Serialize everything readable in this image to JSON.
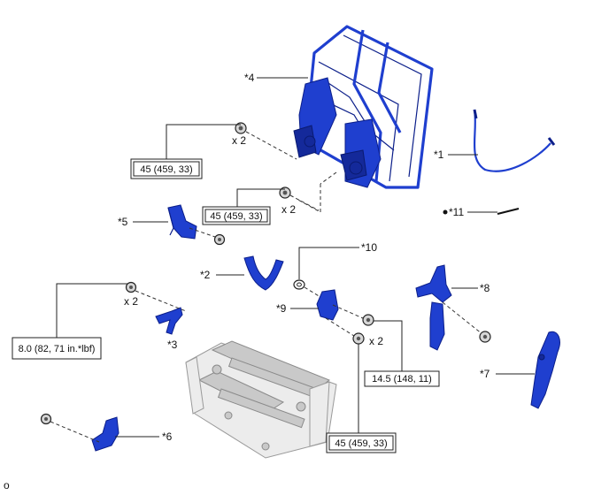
{
  "callouts": {
    "c1": "*1",
    "c3": "*3",
    "c4": "*4",
    "c5": "*5",
    "c6": "*6",
    "c7": "*7",
    "c8": "*8",
    "c9": "*9",
    "c10": "*10",
    "c11": "*11",
    "c2": "*2"
  },
  "quantities": {
    "q1": "x 2",
    "q2": "x 2",
    "q3": "x 2",
    "q4": "x 2"
  },
  "torque": {
    "t1": "45 (459, 33)",
    "t2": "45 (459, 33)",
    "t3": "8.0 (82, 71 in.*lbf)",
    "t4": "14.5 (148, 11)",
    "t5": "45 (459, 33)"
  },
  "footer_mark": "o",
  "colors": {
    "part_blue": "#1f3fcf",
    "frame_gray": "#c9c9c9"
  }
}
